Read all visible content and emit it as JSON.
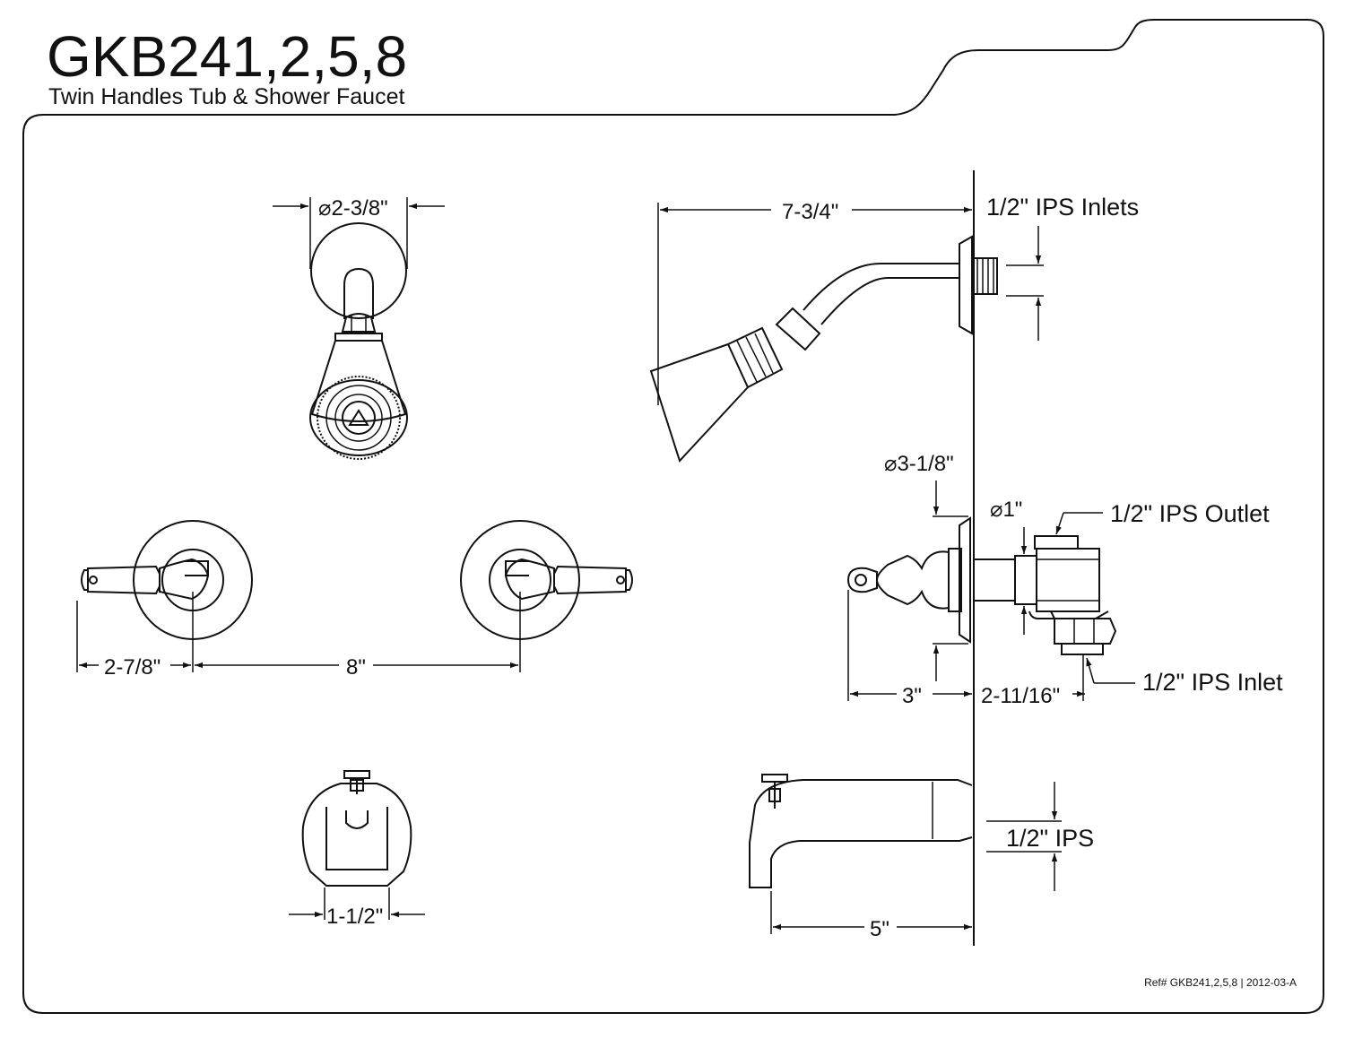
{
  "header": {
    "model": "GKB241,2,5,8",
    "subtitle": "Twin Handles Tub & Shower Faucet"
  },
  "dimensions": {
    "showerhead_flange_diameter": "⌀2-3/8\"",
    "shower_arm_reach": "7-3/4\"",
    "handle_escutcheon_diameter": "⌀3-1/8\"",
    "stem_diameter": "⌀1\"",
    "handle_offset": "2-7/8\"",
    "handle_spacing": "8\"",
    "handle_projection": "3\"",
    "valve_depth": "2-11/16\"",
    "spout_width": "1-1/2\"",
    "spout_reach": "5\""
  },
  "labels": {
    "shower_inlets": "1/2\" IPS Inlets",
    "valve_outlet": "1/2\" IPS Outlet",
    "valve_inlet": "1/2\" IPS Inlet",
    "spout_connection": "1/2\" IPS"
  },
  "footer": {
    "ref": "Ref# GKB241,2,5,8 | 2012-03-A"
  }
}
